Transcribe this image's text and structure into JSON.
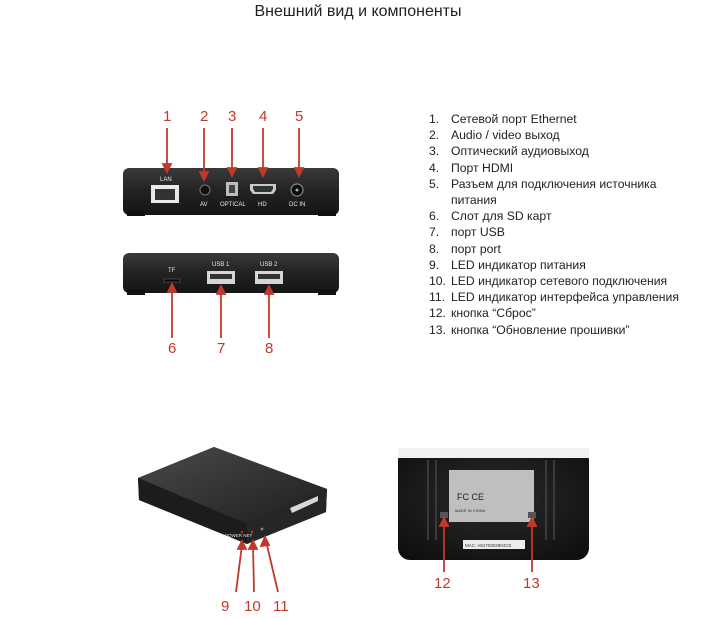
{
  "title": "Внешний вид и компоненты",
  "front_panel": {
    "callouts": [
      "1",
      "2",
      "3",
      "4",
      "5"
    ],
    "port_labels": [
      "LAN",
      "AV",
      "OPTICAL",
      "HD",
      "DC IN"
    ]
  },
  "side_panel": {
    "callouts": [
      "6",
      "7",
      "8"
    ],
    "port_labels": [
      "TF",
      "USB 1",
      "USB 2"
    ]
  },
  "top_view": {
    "callouts": [
      "9",
      "10",
      "11"
    ],
    "panel_text": "POWER NET"
  },
  "bottom_view": {
    "callouts": [
      "12",
      "13"
    ],
    "label_fc": "FC CE",
    "label_made": "MADE IN CHINA",
    "label_mac": "MAC: A8170302904CE"
  },
  "legend": [
    {
      "num": "1.",
      "text": "Сетевой порт Ethernet"
    },
    {
      "num": "2.",
      "text": "Audio / video выход"
    },
    {
      "num": "3.",
      "text": "Оптический аудиовыход"
    },
    {
      "num": "4.",
      "text": "Порт HDMI"
    },
    {
      "num": "5.",
      "text": "Разъем для подключения источника питания"
    },
    {
      "num": "6.",
      "text": "Слот для SD карт"
    },
    {
      "num": "7.",
      "text": "порт USB"
    },
    {
      "num": "8.",
      "text": "порт port"
    },
    {
      "num": "9.",
      "text": "LED индикатор питания"
    },
    {
      "num": "10.",
      "text": "LED индикатор сетевого подключения"
    },
    {
      "num": "11.",
      "text": "LED индикатор интерфейса управления"
    },
    {
      "num": "12.",
      "text": "кнопка “Сброс”"
    },
    {
      "num": "13.",
      "text": "кнопка “Обновление прошивки”"
    }
  ]
}
